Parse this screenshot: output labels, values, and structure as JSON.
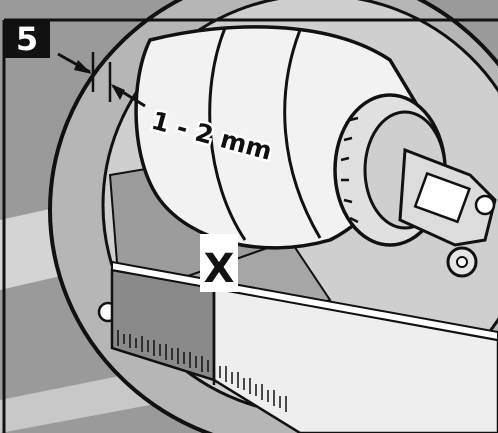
{
  "step": {
    "number": "5"
  },
  "callouts": {
    "gap": "1 - 2 mm",
    "marker": "X"
  },
  "colors": {
    "panel_background": "#9a9a9a",
    "light_band": "#d4d4d4",
    "disk_face": "#b6b6b6",
    "housing_light": "#f2f2f2",
    "ruler_dark": "#8a8a8a",
    "outline": "#111111"
  }
}
